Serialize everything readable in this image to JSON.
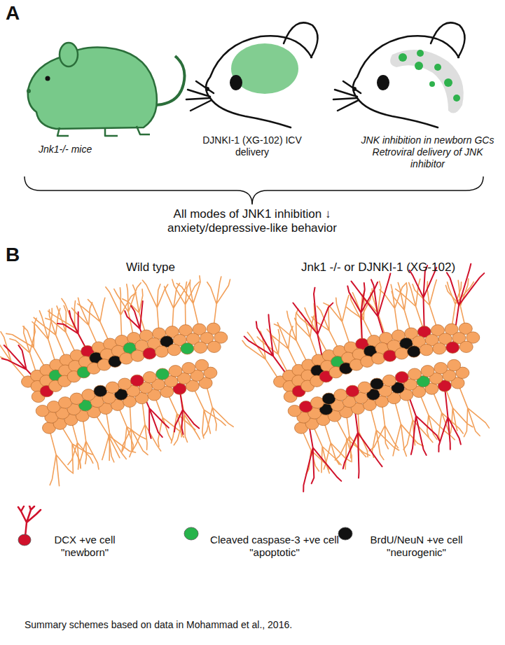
{
  "diagram": {
    "caption": "Summary schemes based on data in Mohammad et al., 2016.",
    "labels": [
      "A",
      "Jnk1-/- mice",
      "DJNKI-1 (XG-102) ICV delivery",
      "JNK inhibition in newborn GCs Retroviral delivery of JNK inhibitor",
      "All modes of JNK1 inhibition ↓ anxiety/depressive-like behavior",
      "B",
      "Wild type",
      "Jnk1 -/- or DJNKI-1 (XG-102)"
    ],
    "legend": [
      {
        "text": "DCX +ve cell \"newborn\"",
        "color": "#d0112b"
      },
      {
        "text": "Cleaved caspase-3 +ve cell \"apoptotic\"",
        "color": "#27b34b"
      },
      {
        "text": "BrdU/NeuN +ve cell \"neurogenic\"",
        "color": "#111111"
      }
    ]
  }
}
